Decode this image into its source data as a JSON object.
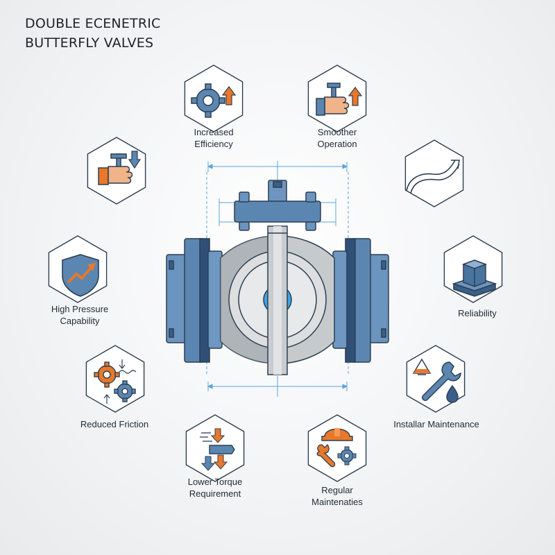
{
  "title": {
    "line1": "DOUBLE ECENETRIC",
    "line2": "BUTTERFLY VALVES"
  },
  "colors": {
    "steel_blue": "#5b86b2",
    "dark_blue": "#3a5f88",
    "accent_orange": "#e8782a",
    "outline": "#2c3e50",
    "disc_gray": "#c7cacd",
    "dimension_line": "#5aa6d8"
  },
  "features": [
    {
      "id": "increased-efficiency",
      "icon": "gear-arrow-up-icon",
      "line1": "Increased",
      "line2": "Efficiency"
    },
    {
      "id": "smoother-operation",
      "icon": "hand-valve-arrow-up-icon",
      "line1": "Smoother",
      "line2": "Operation"
    },
    {
      "id": "hand-valve",
      "icon": "hand-valve-arrow-down-icon",
      "line1": "",
      "line2": ""
    },
    {
      "id": "curve",
      "icon": "curved-arrow-icon",
      "line1": "",
      "line2": ""
    },
    {
      "id": "high-pressure",
      "icon": "shield-arrow-icon",
      "line1": "High Pressure",
      "line2": "Capability"
    },
    {
      "id": "reliability",
      "icon": "cube-icon",
      "line1": "Reliability",
      "line2": ""
    },
    {
      "id": "reduced-friction",
      "icon": "gears-icon",
      "line1": "Reduced Friction",
      "line2": ""
    },
    {
      "id": "installar-maintenance",
      "icon": "wrench-droplet-icon",
      "line1": "Installar Maintenance",
      "line2": ""
    },
    {
      "id": "lower-torque",
      "icon": "torque-arrows-icon",
      "line1": "Lower Torque",
      "line2": "Requirement"
    },
    {
      "id": "regular-maintenance",
      "icon": "hardhat-wrench-gear-icon",
      "line1": "Regular",
      "line2": "Maintenaties"
    }
  ]
}
